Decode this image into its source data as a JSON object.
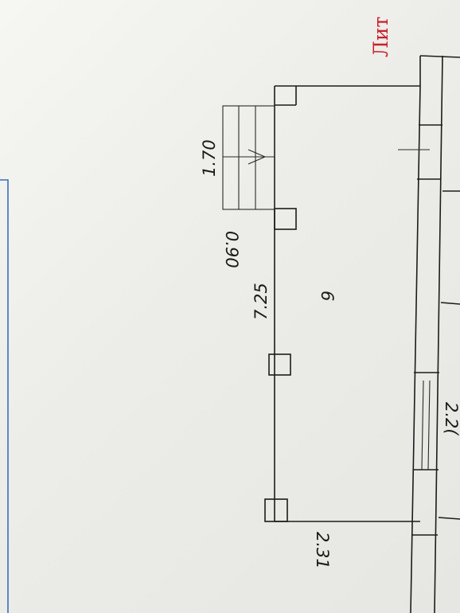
{
  "header": {
    "liter_label": "Лит"
  },
  "room": {
    "number": "6"
  },
  "dimensions": {
    "length": "7.25",
    "stair_width": "0.90",
    "stair_length": "1.70",
    "room_width": "2.31",
    "partial": "2.2("
  }
}
